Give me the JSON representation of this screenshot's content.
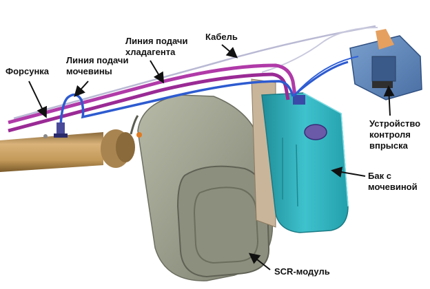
{
  "labels": {
    "nozzle": "Форсунка",
    "urea_line": "Линия подачи\nмочевины",
    "coolant_line": "Линия подачи\nхладагента",
    "cable": "Кабель",
    "controller": "Устройство\nконтроля\nвпрыска",
    "tank": "Бак с\nмочевиной",
    "scr_module": "SCR-модуль"
  },
  "colors": {
    "exhaust_pipe": "#c49a5a",
    "scr_body": "#9ea08f",
    "urea_tank": "#34b3bf",
    "controller": "#5d84b8",
    "coolant_line": "#b03aa8",
    "urea_line": "#2d5bd0",
    "cable": "#b9b9d4",
    "arrow": "#111111"
  }
}
